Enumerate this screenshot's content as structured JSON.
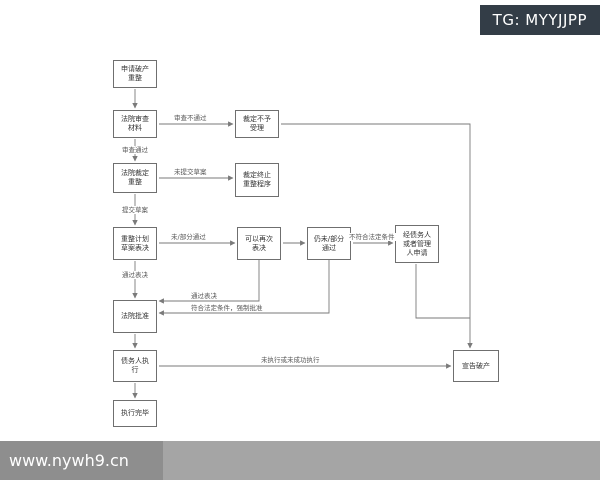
{
  "watermarks": {
    "tg_badge": "TG: MYYJJPP",
    "site": "www.nywh9.cn"
  },
  "flowchart": {
    "nodes": {
      "apply": "申请破产重整",
      "review": "法院审查材料",
      "reject": "裁定不予受理",
      "ruling": "法院裁定重整",
      "terminate": "裁定终止重整程序",
      "vote": "重整计划草案表决",
      "revote": "可以再次表决",
      "still_fail": "仍未/部分通过",
      "application": "经债务人或者管理人申请",
      "approve": "法院批准",
      "execute": "债务人执行",
      "declare": "宣告破产",
      "complete": "执行完毕"
    },
    "edges": [
      {
        "from": "apply",
        "to": "review",
        "label": ""
      },
      {
        "from": "review",
        "to": "reject",
        "label": "审查不通过"
      },
      {
        "from": "review",
        "to": "ruling",
        "label": "审查通过"
      },
      {
        "from": "ruling",
        "to": "terminate",
        "label": "未提交草案"
      },
      {
        "from": "ruling",
        "to": "vote",
        "label": "提交草案"
      },
      {
        "from": "vote",
        "to": "revote",
        "label": "未/部分通过"
      },
      {
        "from": "revote",
        "to": "still_fail",
        "label": ""
      },
      {
        "from": "still_fail",
        "to": "application",
        "label": "不符合法定条件"
      },
      {
        "from": "vote",
        "to": "approve",
        "label": "通过表决"
      },
      {
        "from": "revote",
        "to": "approve",
        "label": "通过表决"
      },
      {
        "from": "still_fail",
        "to": "approve",
        "label": "符合法定条件，强制批准"
      },
      {
        "from": "approve",
        "to": "execute",
        "label": ""
      },
      {
        "from": "execute",
        "to": "declare",
        "label": "未执行或未成功执行"
      },
      {
        "from": "execute",
        "to": "complete",
        "label": ""
      },
      {
        "from": "reject",
        "to": "declare",
        "label": ""
      },
      {
        "from": "application",
        "to": "declare",
        "label": ""
      }
    ]
  }
}
